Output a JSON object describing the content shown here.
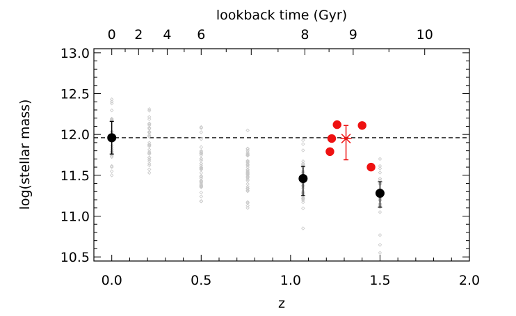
{
  "chart_data": {
    "type": "scatter",
    "title": "",
    "xlabel": "z",
    "ylabel": "log(stellar mass)",
    "top_xlabel": "lookback time (Gyr)",
    "xlim": [
      -0.1,
      2.0
    ],
    "ylim": [
      10.45,
      13.05
    ],
    "x_ticks": [
      0.0,
      0.5,
      1.0,
      1.5,
      2.0
    ],
    "x_tick_labels": [
      "0.0",
      "0.5",
      "1.0",
      "1.5",
      "2.0"
    ],
    "y_ticks": [
      10.5,
      11.0,
      11.5,
      12.0,
      12.5,
      13.0
    ],
    "y_tick_labels": [
      "10.5",
      "11.0",
      "11.5",
      "12.0",
      "12.5",
      "13.0"
    ],
    "top_ticks": [
      {
        "z": 0.0,
        "label": "0"
      },
      {
        "z": 0.15,
        "label": "2"
      },
      {
        "z": 0.31,
        "label": "4"
      },
      {
        "z": 0.5,
        "label": "6"
      },
      {
        "z": 0.78,
        "label": ""
      },
      {
        "z": 1.08,
        "label": "8"
      },
      {
        "z": 1.35,
        "label": "9"
      },
      {
        "z": 1.75,
        "label": "10"
      }
    ],
    "reference_line": {
      "y": 11.96,
      "style": "dashed"
    },
    "colors": {
      "simulation": "#c8c8c8",
      "median": "#000000",
      "observed": "#ee1111",
      "observed_mean": "#ee1111"
    },
    "series": [
      {
        "type": "scatter_column",
        "marker": "open-diamond",
        "columns": [
          {
            "x": 0.0,
            "y_min": 11.5,
            "y_max": 12.43,
            "dense_min": 11.7,
            "dense_max": 12.2,
            "count": 32
          },
          {
            "x": 0.21,
            "y_min": 11.53,
            "y_max": 12.31,
            "dense_min": 11.65,
            "dense_max": 12.15,
            "count": 34
          },
          {
            "x": 0.5,
            "y_min": 11.18,
            "y_max": 12.09,
            "dense_min": 11.35,
            "dense_max": 11.85,
            "count": 40
          },
          {
            "x": 0.76,
            "y_min": 11.1,
            "y_max": 12.05,
            "dense_min": 11.3,
            "dense_max": 11.8,
            "count": 42
          },
          {
            "x": 1.07,
            "y_min": 10.85,
            "y_max": 11.93,
            "dense_min": 11.2,
            "dense_max": 11.65,
            "count": 34
          },
          {
            "x": 1.5,
            "y_min": 10.55,
            "y_max": 11.7,
            "dense_min": 11.1,
            "dense_max": 11.5,
            "count": 30
          }
        ]
      },
      {
        "type": "median_errorbar",
        "points": [
          {
            "x": 0.0,
            "y": 11.96,
            "yerr_low": 0.2,
            "yerr_high": 0.2
          },
          {
            "x": 1.07,
            "y": 11.46,
            "yerr_low": 0.21,
            "yerr_high": 0.15
          },
          {
            "x": 1.5,
            "y": 11.28,
            "yerr_low": 0.17,
            "yerr_high": 0.14
          }
        ]
      },
      {
        "type": "observed_points",
        "points": [
          {
            "x": 1.22,
            "y": 11.79
          },
          {
            "x": 1.23,
            "y": 11.95
          },
          {
            "x": 1.26,
            "y": 12.12
          },
          {
            "x": 1.4,
            "y": 12.11
          },
          {
            "x": 1.45,
            "y": 11.6
          }
        ]
      },
      {
        "type": "observed_mean",
        "marker": "asterisk",
        "points": [
          {
            "x": 1.31,
            "y": 11.95,
            "yerr_low": 0.26,
            "yerr_high": 0.16
          }
        ]
      }
    ]
  }
}
